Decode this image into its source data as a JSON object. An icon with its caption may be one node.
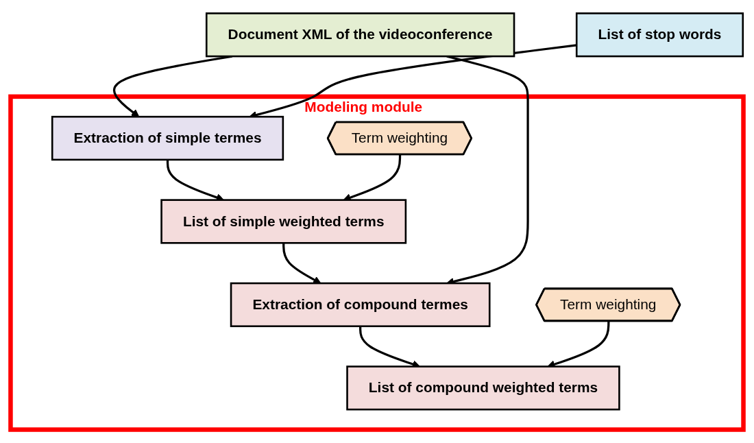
{
  "diagram": {
    "nodes": [
      {
        "text": [
          "Document XML of the videoconference"
        ]
      },
      {
        "text": [
          "List of stop words"
        ]
      },
      {
        "text": [
          "Modeling module"
        ]
      },
      {
        "text": [
          "Extraction of simple termes"
        ],
        "in": 2
      },
      {
        "text": [
          "Term weighting"
        ],
        "in": 2
      },
      {
        "text": [
          "List of simple weighted terms"
        ],
        "in": 2
      },
      {
        "text": [
          "Extraction of compound termes"
        ],
        "in": 2
      },
      {
        "text": [
          "Term weighting"
        ],
        "in": 2
      },
      {
        "text": [
          "List of compound weighted terms"
        ],
        "in": 2
      }
    ],
    "edges": [
      {
        "from": 0,
        "to": 3,
        "arrow": "to"
      },
      {
        "from": 1,
        "to": 3,
        "arrow": "to"
      },
      {
        "from": 3,
        "to": 5,
        "arrow": "to"
      },
      {
        "from": 4,
        "to": 5,
        "arrow": "to"
      },
      {
        "from": 5,
        "to": 6,
        "arrow": "to"
      },
      {
        "from": 0,
        "to": 6,
        "arrow": "to"
      },
      {
        "from": 6,
        "to": 8,
        "arrow": "to"
      },
      {
        "from": 7,
        "to": 8,
        "arrow": "to"
      }
    ]
  }
}
